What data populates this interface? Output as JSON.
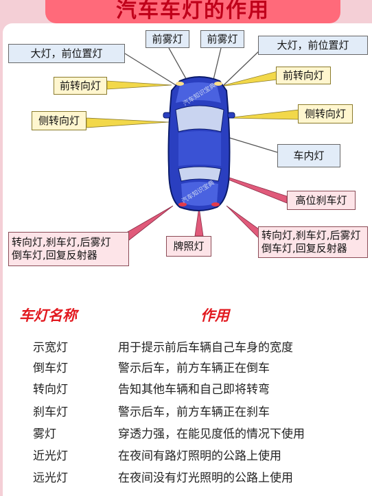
{
  "title": "汽车车灯的作用",
  "labels": {
    "front_fog_left": "前雾灯",
    "front_fog_right": "前雾灯",
    "headlight_left": "大灯，前位置灯",
    "headlight_right": "大灯，前位置灯",
    "front_turn_left": "前转向灯",
    "front_turn_right": "前转向灯",
    "side_turn_left": "侧转向灯",
    "side_turn_right": "侧转向灯",
    "interior": "车内灯",
    "high_brake": "高位刹车灯",
    "plate": "牌照灯",
    "rear_left_line1": "转向灯,刹车灯,后雾灯",
    "rear_left_line2": "倒车灯,回复反射器",
    "rear_right_line1": "转向灯,刹车灯,后雾灯",
    "rear_right_line2": "倒车灯,回复反射器"
  },
  "watermark": "汽车知识宝典",
  "table": {
    "header_name": "车灯名称",
    "header_use": "作用",
    "rows": [
      {
        "name": "示宽灯",
        "use": "用于提示前后车辆自己车身的宽度"
      },
      {
        "name": "倒车灯",
        "use": "警示后车，前方车辆正在倒车"
      },
      {
        "name": "转向灯",
        "use": "告知其他车辆和自己即将转弯"
      },
      {
        "name": "刹车灯",
        "use": "警示后车，前方车辆正在刹车"
      },
      {
        "name": "雾灯",
        "use": "穿透力强，在能见度低的情况下使用"
      },
      {
        "name": "近光灯",
        "use": "在夜间有路灯照明的公路上使用"
      },
      {
        "name": "远光灯",
        "use": "在夜间没有灯光照明的公路上使用"
      }
    ]
  },
  "colors": {
    "title_bg": "#ff6a7a",
    "title_text": "#c0001a",
    "header_red": "#e2191f",
    "car_blue": "#2a3fc0",
    "blue_label": "#e2ecf8",
    "yellow_label": "#fff6cf",
    "pink_label": "#fde4e8"
  }
}
